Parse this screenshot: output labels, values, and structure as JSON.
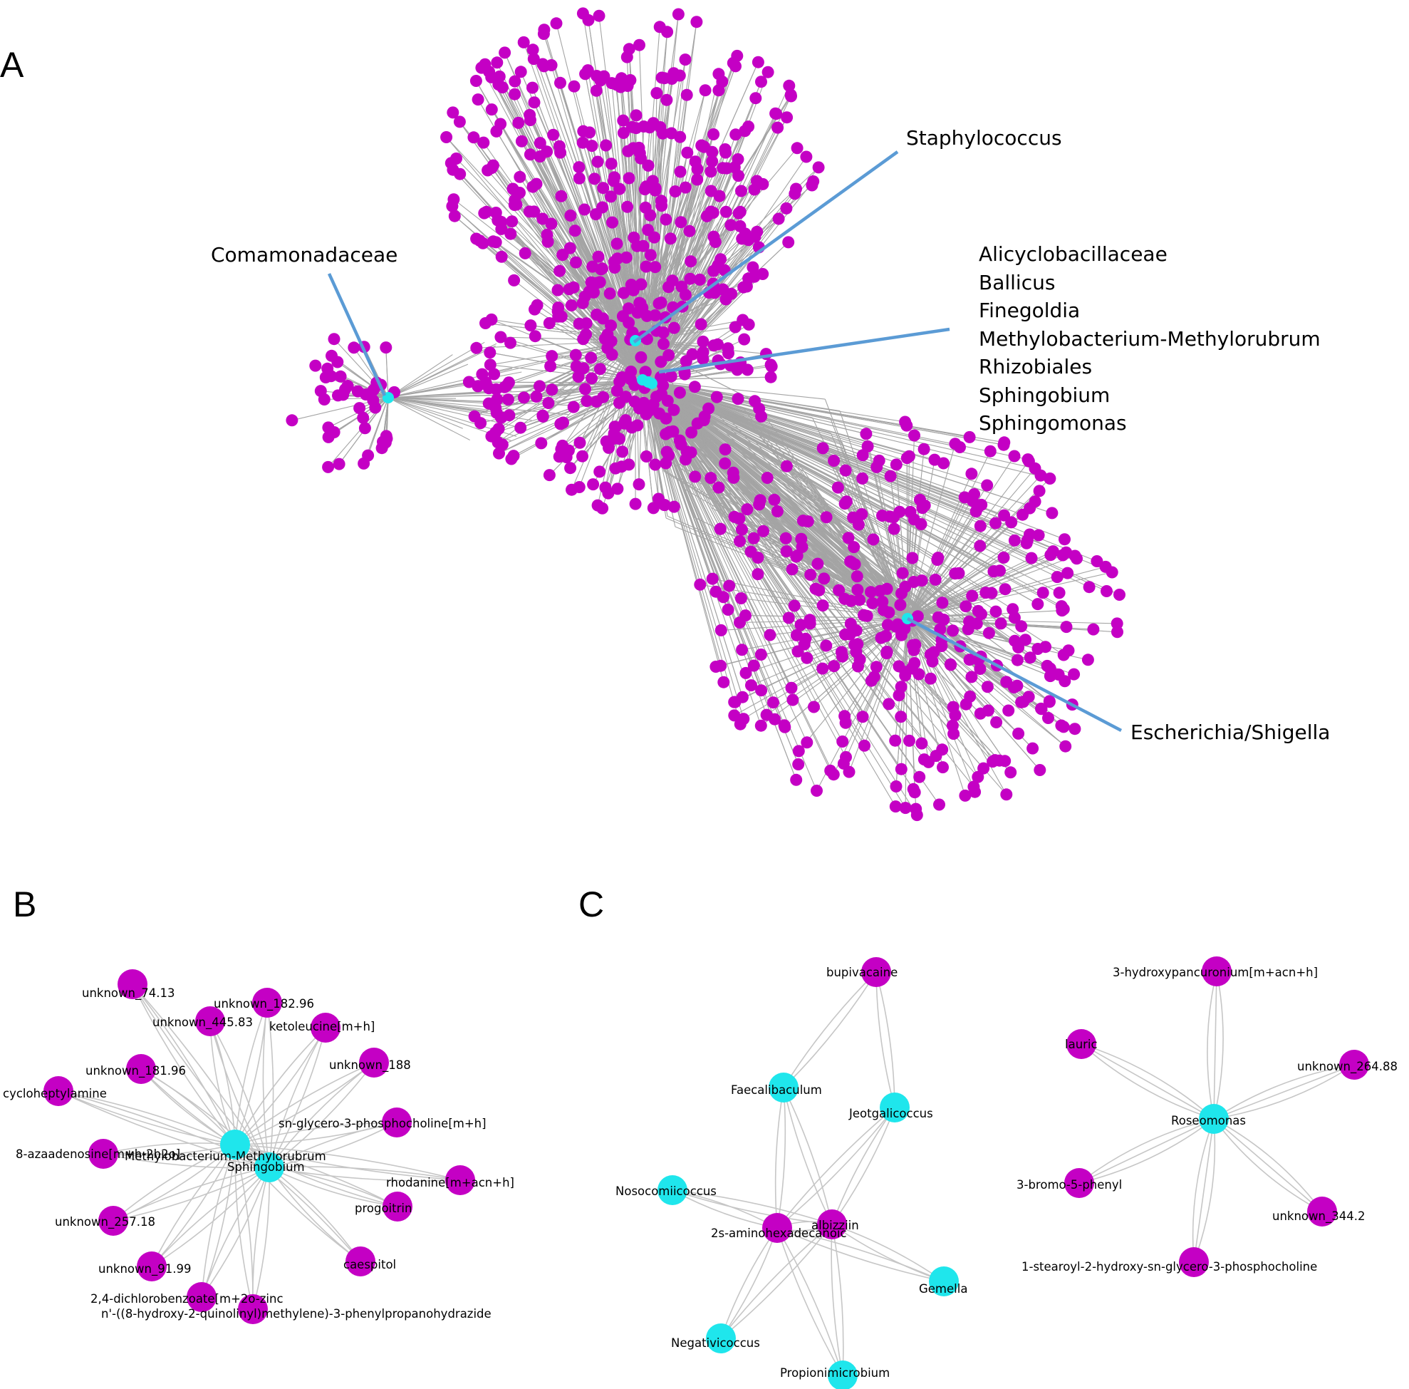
{
  "colors": {
    "metabolite": "#c400c4",
    "taxon": "#1fe6ec",
    "edge": "#9b9b9b",
    "edge_light": "#c6c6c6",
    "leader": "#5b9bd5"
  },
  "panels": {
    "a": "A",
    "b": "B",
    "c": "C"
  },
  "panel_a": {
    "annotations": {
      "staph": "Staphylococcus",
      "comam": "Comamonadaceae",
      "group": [
        "Alicyclobacillaceae",
        "Ballicus",
        "Finegoldia",
        "Methylobacterium-Methylorubrum",
        "Rhizobiales",
        "Sphingobium",
        "Sphingomonas"
      ],
      "esch": "Escherichia/Shigella"
    }
  },
  "panel_b": {
    "hubs": [
      "Methylobacterium-Methylorubrum",
      "Sphingobium"
    ],
    "metabolites": [
      "unknown_74.13",
      "unknown_182.96",
      "unknown_445.83",
      "ketoleucine[m+h]",
      "unknown_188",
      "unknown_181.96",
      "cycloheptylamine",
      "sn-glycero-3-phosphocholine[m+h]",
      "8-azaadenosine[m+h-2h2o]",
      "rhodanine[m+acn+h]",
      "progoitrin",
      "unknown_257.18",
      "caespitol",
      "unknown_91.99",
      "2,4-dichlorobenzoate[m+2o-zinc",
      "n'-((8-hydroxy-2-quinolinyl)methylene)-3-phenylpropanohydrazide"
    ]
  },
  "panel_c1": {
    "metabolites": [
      "bupivacaine",
      "2s-aminohexadecanoic",
      "albizziin"
    ],
    "taxa": [
      "Faecalibaculum",
      "Jeotgalicoccus",
      "Nosocomiicoccus",
      "Gemella",
      "Negativicoccus",
      "Propionimicrobium"
    ]
  },
  "panel_c2": {
    "hub": "Roseomonas",
    "metabolites": [
      "3-hydroxypancuronium[m+acn+h]",
      "lauric",
      "unknown_264.88",
      "3-bromo-5-phenyl",
      "unknown_344.2",
      "1-stearoyl-2-hydroxy-sn-glycero-3-phosphocholine"
    ]
  }
}
